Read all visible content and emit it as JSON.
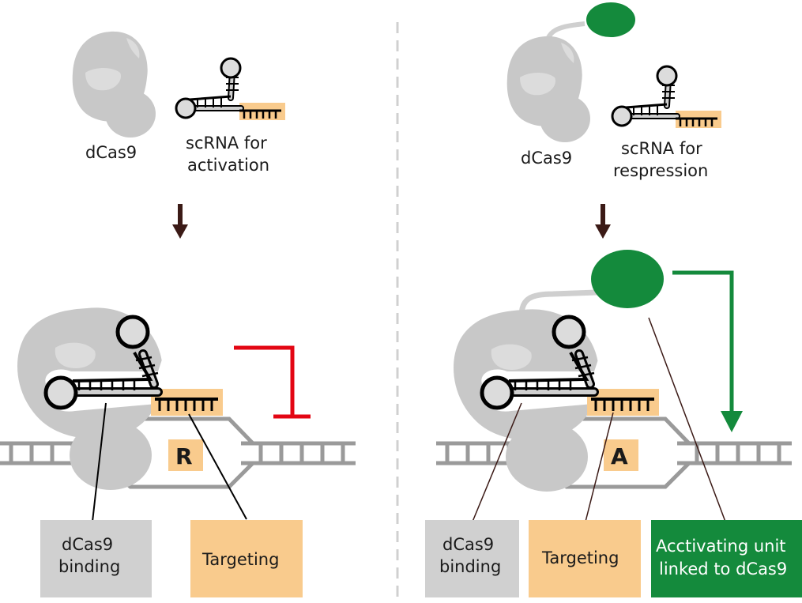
{
  "colors": {
    "protein": "#c8c8c8",
    "protein_light": "#dcdcdc",
    "targeting": "#f9cb8d",
    "activator": "#148a3c",
    "repress_arrow": "#e30613",
    "arrow": "#3b1a16",
    "dna": "#9a9a9a",
    "label_box": "#d0d0d0"
  },
  "left": {
    "protein_label": "dCas9",
    "rna_label_line1": "scRNA for",
    "rna_label_line2": "activation",
    "site_letter": "R",
    "box_binding_line1": "dCas9",
    "box_binding_line2": "binding",
    "box_targeting": "Targeting"
  },
  "right": {
    "protein_label": "dCas9",
    "rna_label_line1": "scRNA for",
    "rna_label_line2": "respression",
    "site_letter": "A",
    "box_binding_line1": "dCas9",
    "box_binding_line2": "binding",
    "box_targeting": "Targeting",
    "box_activator_line1": "Acctivating unit",
    "box_activator_line2": "linked to dCas9"
  }
}
